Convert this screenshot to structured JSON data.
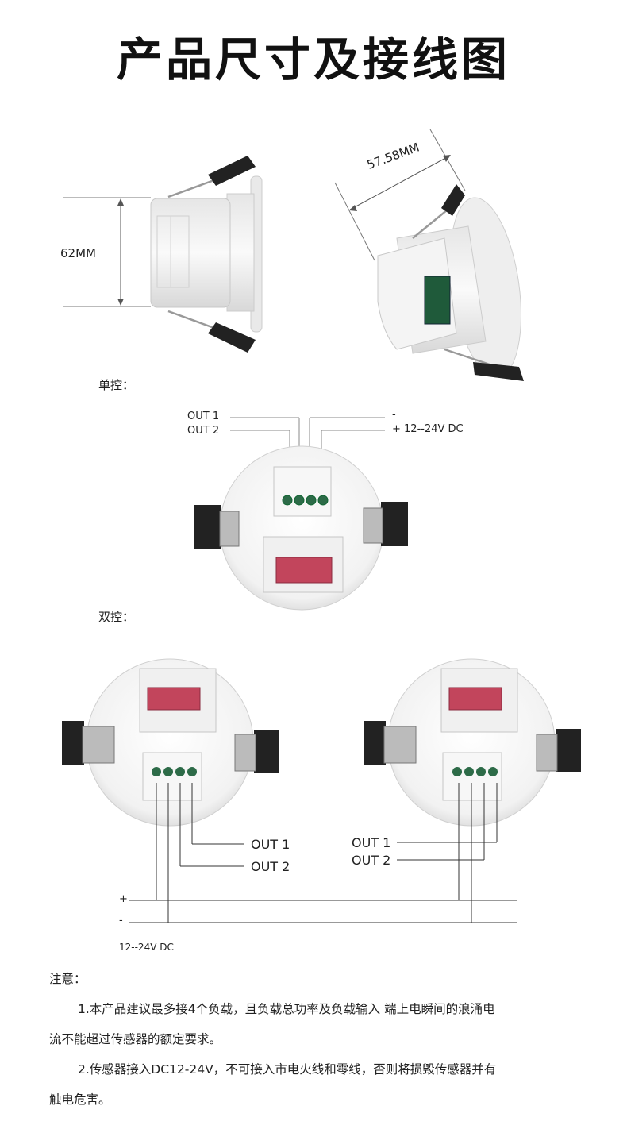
{
  "title": "产品尺寸及接线图",
  "dims": {
    "height": "62MM",
    "diameter": "57.58MM"
  },
  "sections": {
    "single": "单控：",
    "double": "双控："
  },
  "single_labels": {
    "out1": "OUT 1",
    "out2": "OUT 2",
    "minus": "-",
    "plus_voltage": "+ 12--24V DC"
  },
  "double_labels": {
    "left_out1": "OUT 1",
    "left_out2": "OUT 2",
    "right_out1": "OUT 1",
    "right_out2": "OUT 2",
    "plus": "+",
    "minus": "-",
    "voltage": "12--24V DC"
  },
  "notes": {
    "heading": "注意：",
    "n1_a": "1.本产品建议最多接4个负载，且负载总功率及负载输入 端上电瞬间的浪涌电",
    "n1_b": "流不能超过传感器的额定要求。",
    "n2_a": "2.传感器接入DC12-24V，不可接入市电火线和零线，否则将损毁传感器并有",
    "n2_b": "触电危害。"
  }
}
